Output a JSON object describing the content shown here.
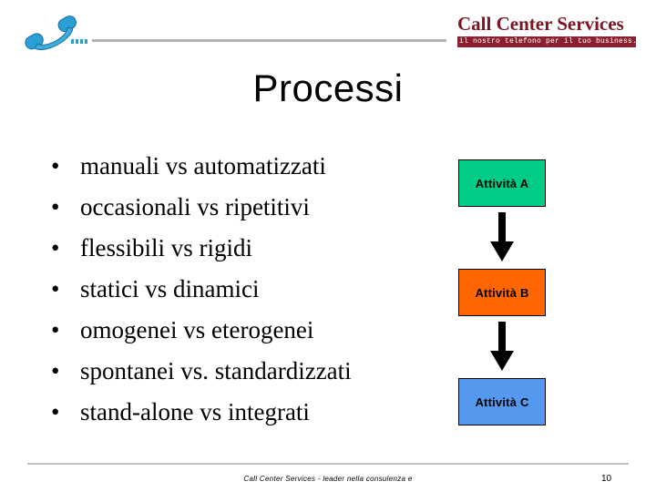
{
  "header": {
    "logo_icon": "telephone-handset-icon",
    "brand_title": "Call Center Services",
    "brand_tagline": "il nostro telefono per il tuo business.",
    "brand_color": "#7b1622",
    "tagline_bg_color": "#8d2030",
    "rule_color": "#b4b4b4"
  },
  "title": "Processi",
  "bullets": [
    {
      "marker": "•",
      "text": "manuali vs automatizzati"
    },
    {
      "marker": "•",
      "text": "occasionali vs ripetitivi"
    },
    {
      "marker": "•",
      "text": "flessibili vs rigidi"
    },
    {
      "marker": "•",
      "text": "statici vs dinamici"
    },
    {
      "marker": "•",
      "text": "omogenei vs eterogenei"
    },
    {
      "marker": "•",
      "text": "spontanei vs. standardizzati"
    },
    {
      "marker": "•",
      "text": "stand-alone vs integrati"
    }
  ],
  "flow": {
    "arrow_icon": "arrow-down-icon",
    "arrow_color": "#000000",
    "steps": [
      {
        "label": "Attività A",
        "color": "#00cc88"
      },
      {
        "label": "Attività B",
        "color": "#ff6600"
      },
      {
        "label": "Attività C",
        "color": "#5599ee"
      }
    ]
  },
  "footer": {
    "text": "Call Center Services - leader nella consulenza e",
    "page_number": "10",
    "rule_color": "#bfbfbf"
  }
}
